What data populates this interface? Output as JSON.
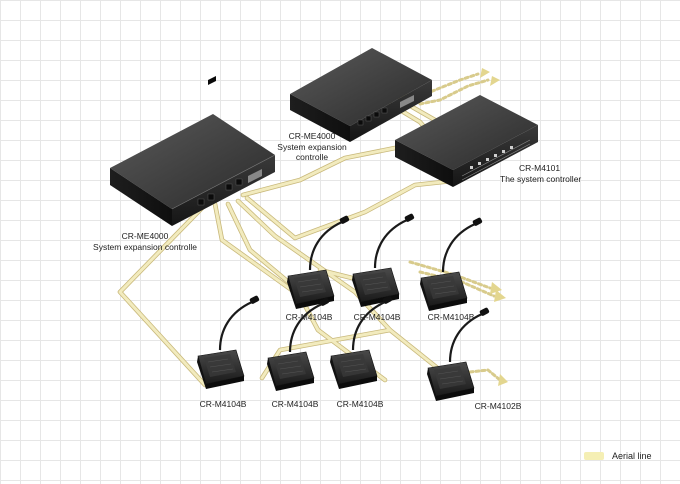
{
  "devices": {
    "controller": {
      "model": "CR-M4101",
      "desc": "The system controller"
    },
    "expansion_top": {
      "model": "CR-ME4000",
      "desc_line1": "System expansion",
      "desc_line2": "controlle"
    },
    "expansion_left": {
      "model": "CR-ME4000",
      "desc": "System expansion controlle"
    },
    "mics": [
      {
        "label": "CR-M4104B"
      },
      {
        "label": "CR-M4104B"
      },
      {
        "label": "CR-M4104B"
      },
      {
        "label": "CR-M4104B"
      },
      {
        "label": "CR-M4104B"
      },
      {
        "label": "CR-M4104B"
      },
      {
        "label": "CR-M4102B"
      }
    ]
  },
  "legend": {
    "label": "Aerial line",
    "color": "#f5efb4"
  },
  "colors": {
    "cable": "#e9dfa6",
    "cable_edge": "#c7b77a",
    "device_body": "#2b2b2b"
  }
}
